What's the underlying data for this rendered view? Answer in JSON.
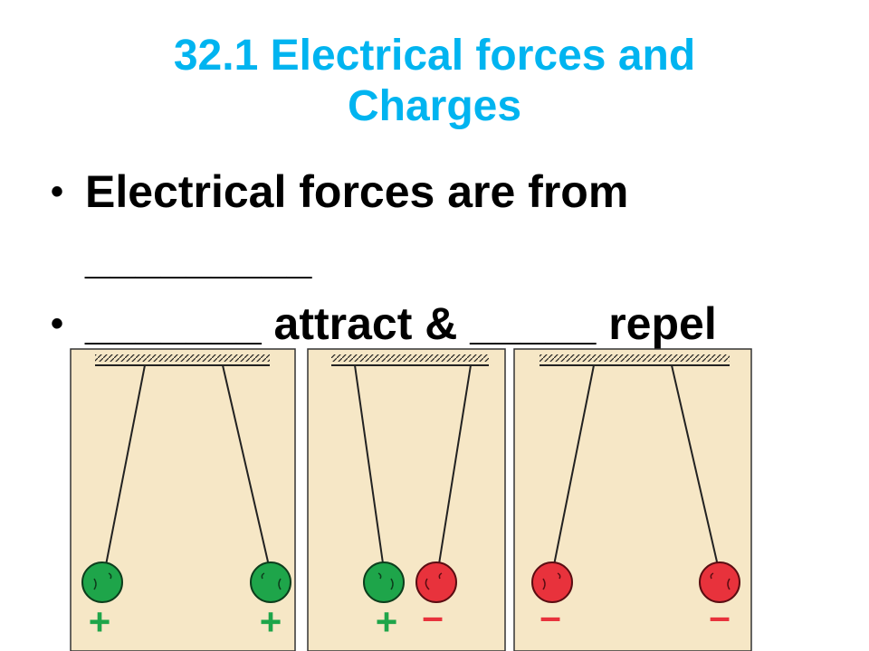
{
  "slide": {
    "title": "32.1 Electrical forces and Charges",
    "bullets": [
      {
        "text": "Electrical forces are from _________"
      },
      {
        "text": "_______ attract & _____ repel"
      }
    ]
  },
  "illustration": {
    "panels": [
      {
        "left_sign": "+",
        "right_sign": "+"
      },
      {
        "left_sign": "+",
        "right_sign": "–"
      },
      {
        "left_sign": "–",
        "right_sign": "–"
      }
    ]
  },
  "colors": {
    "title": "#00b4f0",
    "panel_bg": "#f6e7c6",
    "positive": "#1ea54a",
    "negative": "#e8323c",
    "text": "#000000"
  }
}
